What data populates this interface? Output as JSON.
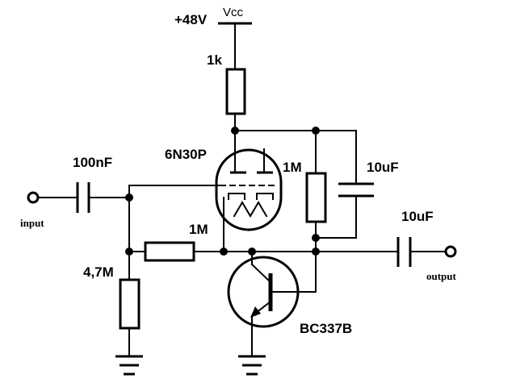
{
  "labels": {
    "supply_voltage": "+48V",
    "supply_name": "Vcc",
    "anode_resistor": "1k",
    "tube": "6N30P",
    "grid_resistor": "1M",
    "bypass_cap": "10uF",
    "input_cap": "100nF",
    "feedback_resistor": "1M",
    "output_cap": "10uF",
    "bias_resistor": "4,7M",
    "transistor": "BC337B",
    "input": "input",
    "output": "output"
  }
}
